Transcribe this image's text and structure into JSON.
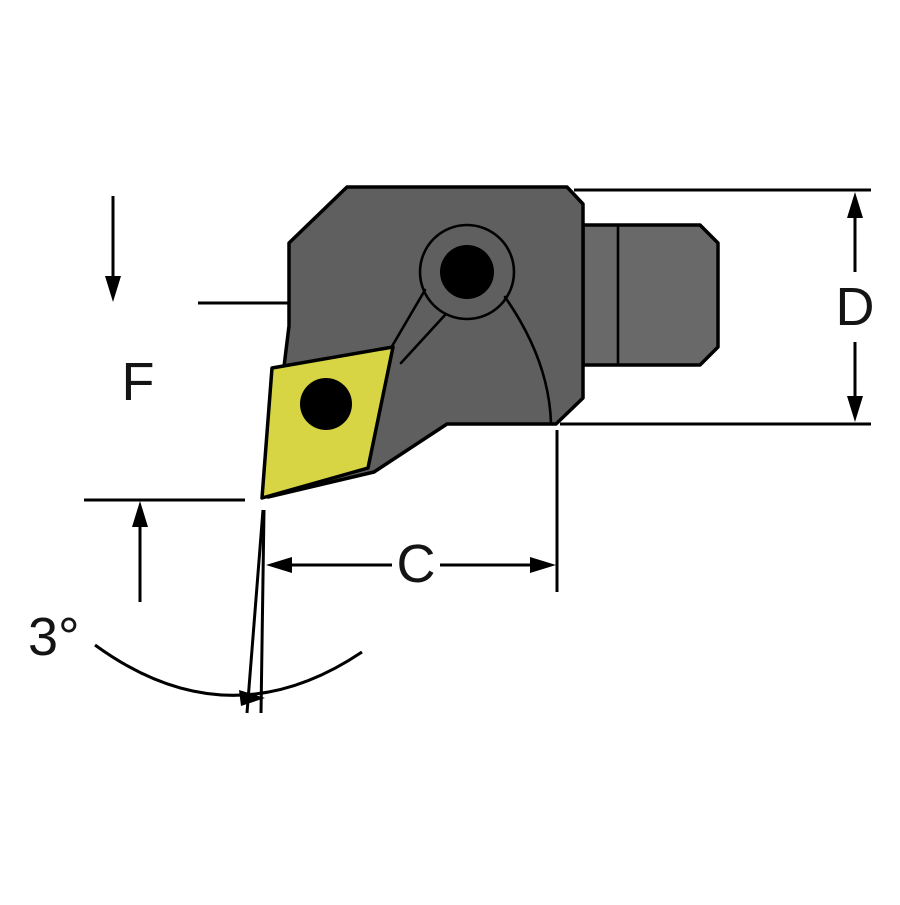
{
  "diagram": {
    "labels": {
      "f": "F",
      "d": "D",
      "c": "C",
      "angle": "3°"
    }
  },
  "colors": {
    "body": "#5f5f5f",
    "shank": "#696969",
    "insert": "#d7d543",
    "hole": "#000000",
    "line": "#000000",
    "background": "#ffffff"
  }
}
